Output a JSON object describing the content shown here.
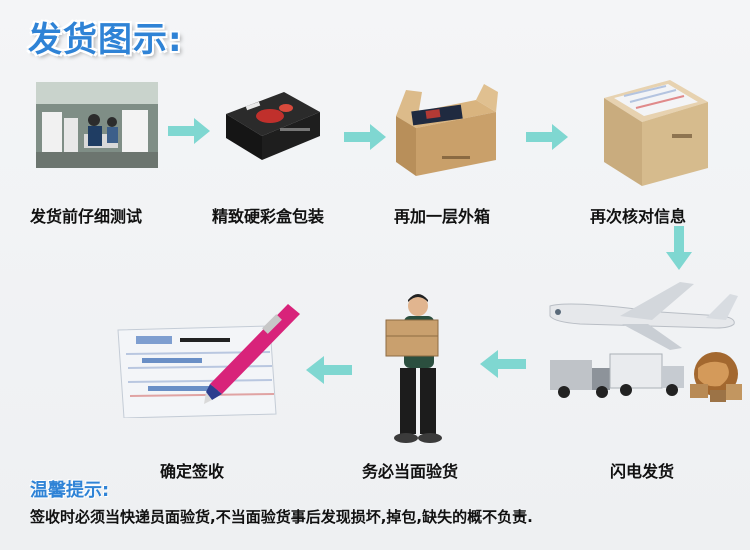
{
  "title": "发货图示:",
  "steps": [
    {
      "label": "发货前仔细测试"
    },
    {
      "label": "精致硬彩盒包装"
    },
    {
      "label": "再加一层外箱"
    },
    {
      "label": "再次核对信息"
    },
    {
      "label": "闪电发货"
    },
    {
      "label": "务必当面验货"
    },
    {
      "label": "确定签收"
    }
  ],
  "note": {
    "title": "温馨提示:",
    "text": "签收时必须当快递员面验货,不当面验货事后发现损坏,掉包,缺失的概不负责."
  },
  "colors": {
    "accent": "#2f83d6",
    "arrow": "#7fd7d1"
  }
}
